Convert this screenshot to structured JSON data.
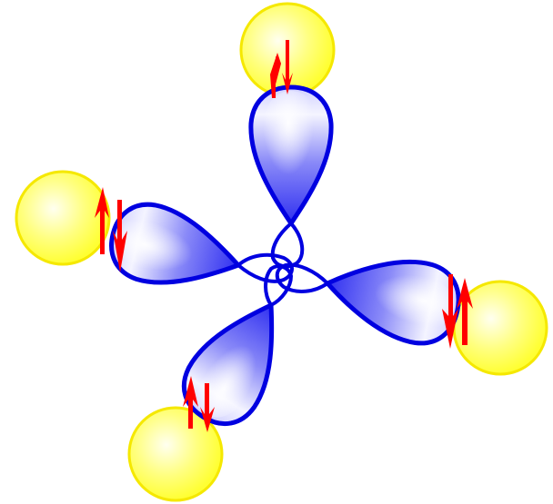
{
  "colors": {
    "background": "#ffffff",
    "lobe_fill_light": "#ffffff",
    "lobe_fill_dark": "#0a0ae6",
    "lobe_stroke": "#0000e0",
    "atom_fill_center": "#fffff0",
    "atom_fill_edge": "#ffff33",
    "atom_stroke": "#f2e600",
    "arrow": "#ff0000"
  },
  "diagram": {
    "central_atom": "hybrid-orbital-center",
    "orbitals": [
      {
        "name": "top",
        "electron_pair": "up-down"
      },
      {
        "name": "left",
        "electron_pair": "up-down"
      },
      {
        "name": "right",
        "electron_pair": "down-up"
      },
      {
        "name": "bottom-left",
        "electron_pair": "up-down"
      }
    ]
  }
}
